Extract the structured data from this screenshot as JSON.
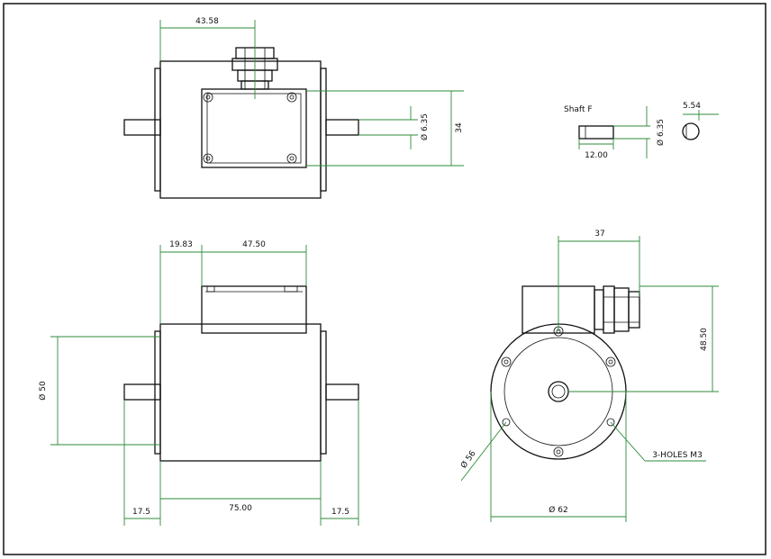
{
  "colors": {
    "outline": "#111111",
    "dimension": "#2e8b3a",
    "background": "#ffffff"
  },
  "top_view": {
    "dim_width": "43.58",
    "dim_shaft_dia": "Ø 6.35",
    "dim_height": "34"
  },
  "shaft_detail": {
    "label": "Shaft F",
    "dim_dia": "Ø 6.35",
    "dim_length": "12.00",
    "dim_flat": "5.54"
  },
  "front_view": {
    "dim_offset": "19.83",
    "dim_box_width": "47.50",
    "dim_body_dia": "Ø 50",
    "dim_left_shaft": "17.5",
    "dim_body_length": "75.00",
    "dim_right_shaft": "17.5"
  },
  "side_view": {
    "dim_connector": "37",
    "dim_height": "48.50",
    "dim_bolt_circle": "Ø 56",
    "dim_outer_dia": "Ø 62",
    "holes_label": "3-HOLES M3"
  }
}
